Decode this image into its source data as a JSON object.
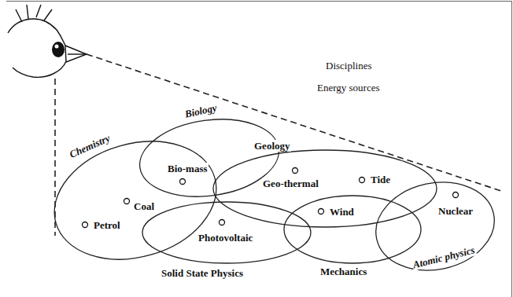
{
  "diagram": {
    "nodes": [
      {
        "text": [
          "Chemistry"
        ]
      },
      {
        "text": [
          "Biology"
        ]
      },
      {
        "text": [
          "Geology"
        ]
      },
      {
        "text": [
          "Solid State Physics"
        ]
      },
      {
        "text": [
          "Mechanics"
        ]
      },
      {
        "text": [
          "Atomic physics"
        ]
      }
    ],
    "labels": [
      "Disciplines",
      "Energy sources",
      "Bio-mass",
      "Coal",
      "Petrol",
      "Photovoltaic",
      "Geo-thermal",
      "Tide",
      "Wind",
      "Nuclear"
    ]
  }
}
